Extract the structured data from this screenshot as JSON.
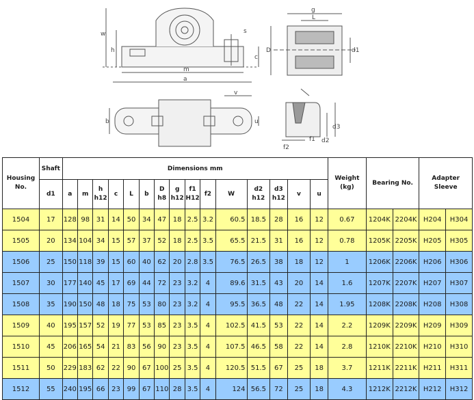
{
  "drawing": {
    "front_labels": [
      "w",
      "h",
      "m",
      "a",
      "s",
      "c"
    ],
    "side_labels": [
      "g",
      "L",
      "D",
      "d1"
    ],
    "top_labels": [
      "v",
      "b",
      "u"
    ],
    "detail_labels": [
      "f2",
      "f1",
      "d2",
      "d3"
    ]
  },
  "table": {
    "headers": {
      "housing": [
        "Housing",
        "No."
      ],
      "shaft": "Shaft",
      "dimensions": "Dimensions mm",
      "weight": [
        "Weight",
        "(kg)"
      ],
      "bearing": "Bearing No.",
      "adapter": [
        "Adapter",
        "Sleeve"
      ]
    },
    "sub_headers": [
      [
        "d1"
      ],
      [
        "a"
      ],
      [
        "m"
      ],
      [
        "h",
        "h12"
      ],
      [
        "c"
      ],
      [
        "L"
      ],
      [
        "b"
      ],
      [
        "D",
        "h8"
      ],
      [
        "g",
        "h12"
      ],
      [
        "f1",
        "H12"
      ],
      [
        "f2"
      ],
      [
        "W"
      ],
      [
        "d2",
        "h12"
      ],
      [
        "d3",
        "h12"
      ],
      [
        "v"
      ],
      [
        "u"
      ]
    ],
    "colors": {
      "yellow": "#ffff99",
      "blue": "#99ccff"
    },
    "rows": [
      {
        "style": "yellow",
        "cells": [
          "1504",
          "17",
          "128",
          "98",
          "31",
          "14",
          "50",
          "34",
          "47",
          "18",
          "2.5",
          "3.2",
          "60.5",
          "18.5",
          "28",
          "16",
          "12",
          "0.67",
          "1204K",
          "2204K",
          "H204",
          "H304"
        ]
      },
      {
        "style": "yellow",
        "cells": [
          "1505",
          "20",
          "134",
          "104",
          "34",
          "15",
          "57",
          "37",
          "52",
          "18",
          "2.5",
          "3.5",
          "65.5",
          "21.5",
          "31",
          "16",
          "12",
          "0.78",
          "1205K",
          "2205K",
          "H205",
          "H305"
        ]
      },
      {
        "style": "blue",
        "cells": [
          "1506",
          "25",
          "150",
          "118",
          "39",
          "15",
          "60",
          "40",
          "62",
          "20",
          "2.8",
          "3.5",
          "76.5",
          "26.5",
          "38",
          "18",
          "12",
          "1",
          "1206K",
          "2206K",
          "H206",
          "H306"
        ]
      },
      {
        "style": "blue",
        "cells": [
          "1507",
          "30",
          "177",
          "140",
          "45",
          "17",
          "69",
          "44",
          "72",
          "23",
          "3.2",
          "4",
          "89.6",
          "31.5",
          "43",
          "20",
          "14",
          "1.6",
          "1207K",
          "2207K",
          "H207",
          "H307"
        ]
      },
      {
        "style": "blue",
        "cells": [
          "1508",
          "35",
          "190",
          "150",
          "48",
          "18",
          "75",
          "53",
          "80",
          "23",
          "3.2",
          "4",
          "95.5",
          "36.5",
          "48",
          "22",
          "14",
          "1.95",
          "1208K",
          "2208K",
          "H208",
          "H308"
        ]
      },
      {
        "style": "yellow",
        "cells": [
          "1509",
          "40",
          "195",
          "157",
          "52",
          "19",
          "77",
          "53",
          "85",
          "23",
          "3.5",
          "4",
          "102.5",
          "41.5",
          "53",
          "22",
          "14",
          "2.2",
          "1209K",
          "2209K",
          "H209",
          "H309"
        ]
      },
      {
        "style": "yellow",
        "cells": [
          "1510",
          "45",
          "206",
          "165",
          "54",
          "21",
          "83",
          "56",
          "90",
          "23",
          "3.5",
          "4",
          "107.5",
          "46.5",
          "58",
          "22",
          "14",
          "2.8",
          "1210K",
          "2210K",
          "H210",
          "H310"
        ]
      },
      {
        "style": "yellow",
        "cells": [
          "1511",
          "50",
          "229",
          "183",
          "62",
          "22",
          "90",
          "67",
          "100",
          "25",
          "3.5",
          "4",
          "120.5",
          "51.5",
          "67",
          "25",
          "18",
          "3.7",
          "1211K",
          "2211K",
          "H211",
          "H311"
        ]
      },
      {
        "style": "blue",
        "cells": [
          "1512",
          "55",
          "240",
          "195",
          "66",
          "23",
          "99",
          "67",
          "110",
          "28",
          "3.5",
          "4",
          "124",
          "56.5",
          "72",
          "25",
          "18",
          "4.3",
          "1212K",
          "2212K",
          "H212",
          "H312"
        ]
      }
    ]
  }
}
